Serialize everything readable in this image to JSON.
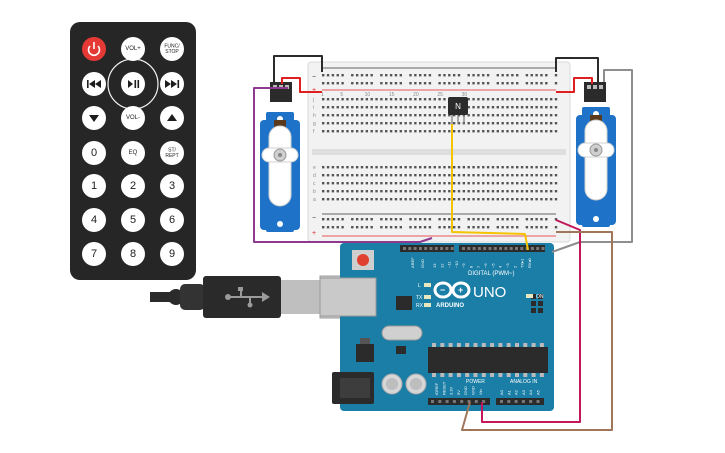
{
  "remote": {
    "buttons": [
      {
        "id": "power",
        "label": "",
        "icon": "power-icon",
        "color": "#e53935"
      },
      {
        "id": "vol-up",
        "label": "VOL+"
      },
      {
        "id": "func-stop",
        "label": "FUNC/\nSTOP"
      },
      {
        "id": "prev",
        "label": "",
        "icon": "skip-back-icon"
      },
      {
        "id": "play-pause",
        "label": "",
        "icon": "play-pause-icon"
      },
      {
        "id": "next",
        "label": "",
        "icon": "skip-forward-icon"
      },
      {
        "id": "down",
        "label": "",
        "icon": "arrow-down-icon"
      },
      {
        "id": "vol-down",
        "label": "VOL-"
      },
      {
        "id": "up",
        "label": "",
        "icon": "arrow-up-icon"
      },
      {
        "id": "num-0",
        "label": "0"
      },
      {
        "id": "eq",
        "label": "EQ"
      },
      {
        "id": "st-rept",
        "label": "ST/\nREPT"
      },
      {
        "id": "num-1",
        "label": "1"
      },
      {
        "id": "num-2",
        "label": "2"
      },
      {
        "id": "num-3",
        "label": "3"
      },
      {
        "id": "num-4",
        "label": "4"
      },
      {
        "id": "num-5",
        "label": "5"
      },
      {
        "id": "num-6",
        "label": "6"
      },
      {
        "id": "num-7",
        "label": "7"
      },
      {
        "id": "num-8",
        "label": "8"
      },
      {
        "id": "num-9",
        "label": "9"
      }
    ]
  },
  "arduino": {
    "model": "UNO",
    "brand": "ARDUINO",
    "digital_label": "DIGITAL (PWM~)",
    "power_label": "POWER",
    "analog_label": "ANALOG IN",
    "on_label": "ON",
    "tx_label": "TX",
    "rx_label": "RX",
    "l_label": "L",
    "aref_label": "AREF",
    "gnd_label": "GND",
    "digital_pins": [
      "13",
      "12",
      "~11",
      "~10",
      "~9",
      "8",
      "7",
      "~6",
      "~5",
      "4",
      "~3",
      "2",
      "TX▸1",
      "RX◂0"
    ],
    "power_pins": [
      "IOREF",
      "RESET",
      "3.3V",
      "5V",
      "GND",
      "GND",
      "Vin"
    ],
    "analog_pins": [
      "A0",
      "A1",
      "A2",
      "A3",
      "A4",
      "A5"
    ]
  },
  "breadboard": {
    "row_letters_top": [
      "j",
      "i",
      "h",
      "g",
      "f"
    ],
    "row_letters_bottom": [
      "e",
      "d",
      "c",
      "b",
      "a"
    ],
    "rail_minus": "−",
    "rail_plus": "+",
    "column_numbers": [
      "1",
      "5",
      "10",
      "15",
      "20",
      "25",
      "30"
    ]
  },
  "ir_sensor": {
    "label": "N"
  },
  "colors": {
    "wire_black": "#2b2b2b",
    "wire_red": "#e02020",
    "wire_yellow": "#f5c400",
    "wire_purple": "#8e3a8e",
    "wire_magenta": "#c2185b",
    "wire_brown": "#a0765a",
    "wire_gray": "#8e8e8e",
    "arduino_teal": "#1a7ea6",
    "servo_blue": "#1e73c8"
  }
}
